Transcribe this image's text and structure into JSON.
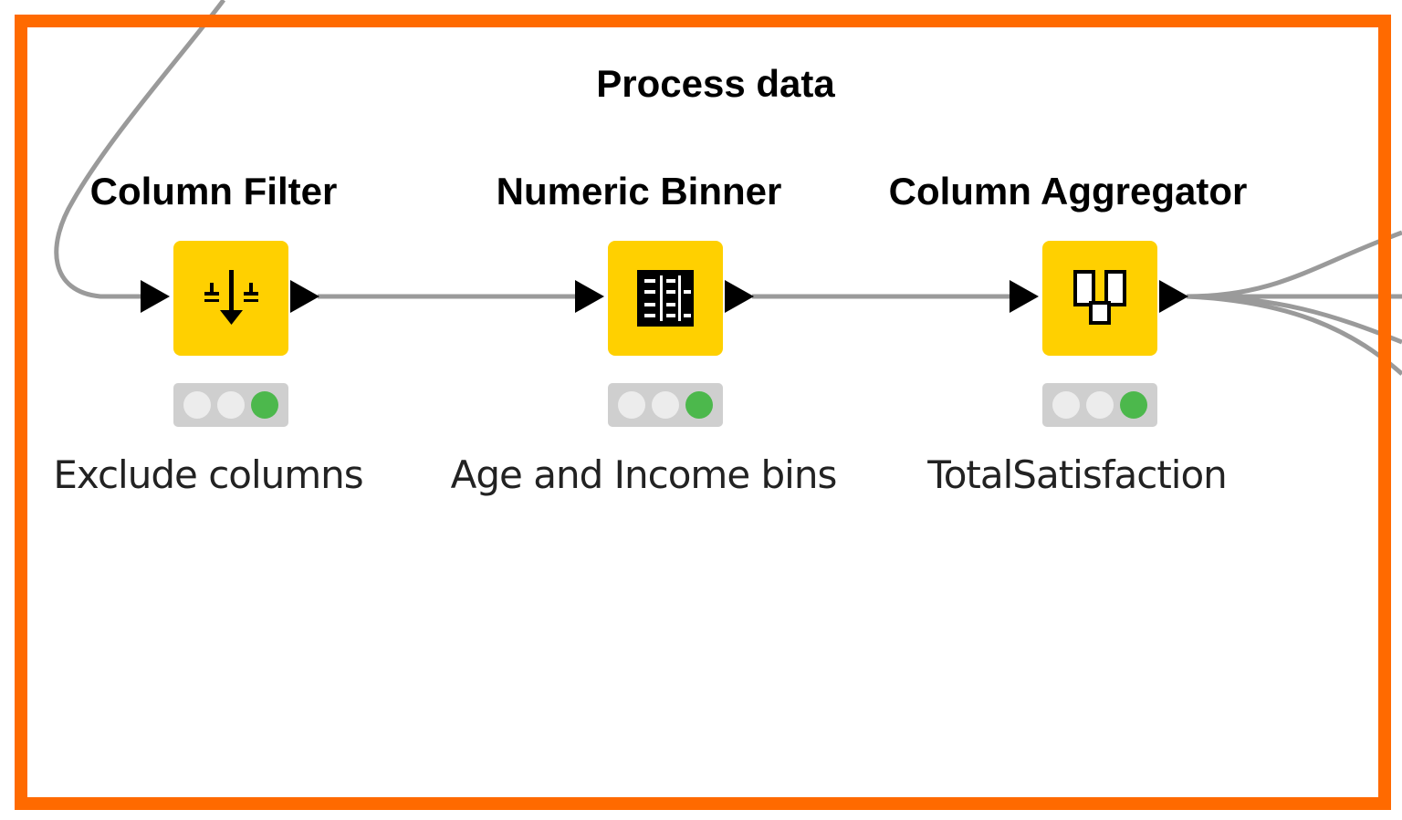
{
  "annotation": {
    "title": "Process data",
    "border_color": "#ff6a00"
  },
  "nodes": [
    {
      "name": "Column Filter",
      "label": "Exclude columns",
      "icon": "column-filter-icon",
      "status": "executed"
    },
    {
      "name": "Numeric Binner",
      "label": "Age and Income bins",
      "icon": "numeric-binner-icon",
      "status": "executed"
    },
    {
      "name": "Column Aggregator",
      "label": "TotalSatisfaction",
      "icon": "column-aggregator-icon",
      "status": "executed"
    }
  ],
  "colors": {
    "node_fill": "#ffd000",
    "status_green": "#4cb84c",
    "connection": "#9a9a9a"
  }
}
